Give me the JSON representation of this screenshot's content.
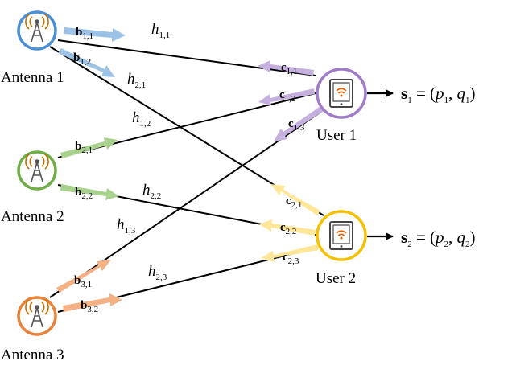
{
  "colors": {
    "antenna1": "#4a8fd6",
    "antenna2": "#70ad47",
    "antenna3": "#e8823a",
    "user1": "#a07cc8",
    "user2": "#f5c000",
    "arrow_b1": "#9cc3e6",
    "arrow_b2": "#a9d18e",
    "arrow_b3": "#f4b183",
    "arrow_c1": "#c5b0e0",
    "arrow_c2": "#ffe699",
    "line": "#000000"
  },
  "antennas": [
    {
      "label": "Antenna 1"
    },
    {
      "label": "Antenna 2"
    },
    {
      "label": "Antenna 3"
    }
  ],
  "users": [
    {
      "label": "User 1",
      "output": {
        "s_sym": "s",
        "s_sub": "1",
        "eq": " = (",
        "p_sym": "p",
        "p_sub": "1",
        "comma": ", ",
        "q_sym": "q",
        "q_sub": "1",
        "close": ")"
      }
    },
    {
      "label": "User 2",
      "output": {
        "s_sym": "s",
        "s_sub": "2",
        "eq": " = (",
        "p_sym": "p",
        "p_sub": "2",
        "comma": ", ",
        "q_sym": "q",
        "q_sub": "2",
        "close": ")"
      }
    }
  ],
  "b_labels": [
    {
      "sym": "b",
      "sub": "1,1"
    },
    {
      "sym": "b",
      "sub": "1,2"
    },
    {
      "sym": "b",
      "sub": "2,1"
    },
    {
      "sym": "b",
      "sub": "2,2"
    },
    {
      "sym": "b",
      "sub": "3,1"
    },
    {
      "sym": "b",
      "sub": "3,2"
    }
  ],
  "c_labels": [
    {
      "sym": "c",
      "sub": "1,1"
    },
    {
      "sym": "c",
      "sub": "1,2"
    },
    {
      "sym": "c",
      "sub": "1,3"
    },
    {
      "sym": "c",
      "sub": "2,1"
    },
    {
      "sym": "c",
      "sub": "2,2"
    },
    {
      "sym": "c",
      "sub": "2,3"
    }
  ],
  "h_labels": [
    {
      "sym": "h",
      "sub": "1,1"
    },
    {
      "sym": "h",
      "sub": "2,1"
    },
    {
      "sym": "h",
      "sub": "1,2"
    },
    {
      "sym": "h",
      "sub": "2,2"
    },
    {
      "sym": "h",
      "sub": "1,3"
    },
    {
      "sym": "h",
      "sub": "2,3"
    }
  ]
}
